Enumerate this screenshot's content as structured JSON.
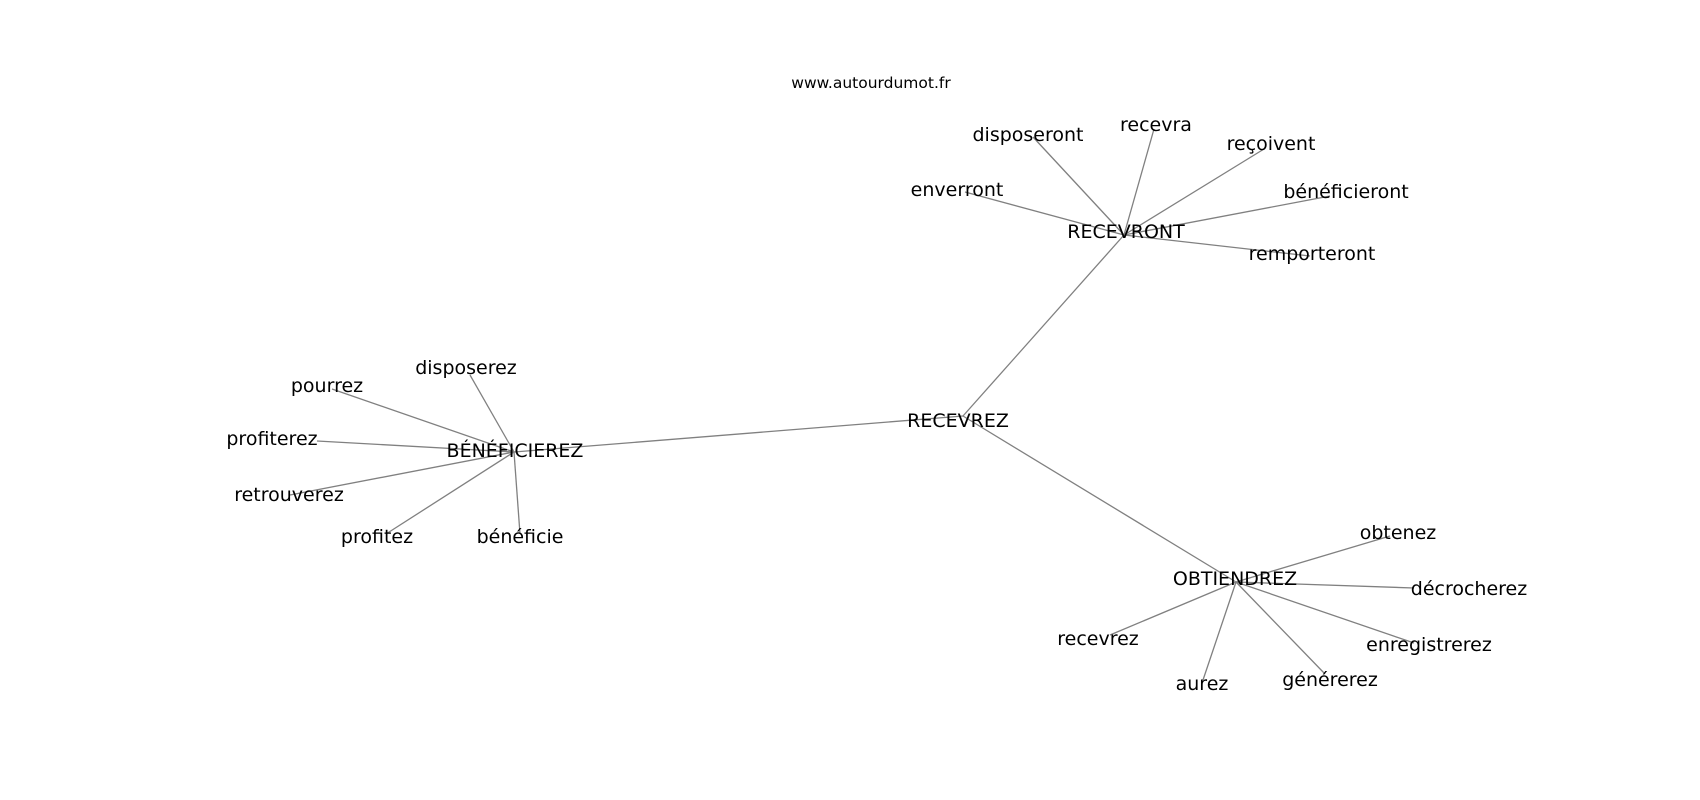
{
  "site": "www.autourdumot.fr",
  "nodes": [
    {
      "id": "recevrez",
      "label": "RECEVREZ"
    },
    {
      "id": "recevront",
      "label": "RECEVRONT"
    },
    {
      "id": "beneficierez",
      "label": "BÉNÉFICIEREZ"
    },
    {
      "id": "obtiendrez",
      "label": "OBTIENDREZ"
    },
    {
      "id": "disposeront",
      "label": "disposeront"
    },
    {
      "id": "recevra",
      "label": "recevra"
    },
    {
      "id": "recoivent",
      "label": "reçoivent"
    },
    {
      "id": "enverront",
      "label": "enverront"
    },
    {
      "id": "beneficieront",
      "label": "bénéficieront"
    },
    {
      "id": "remporteront",
      "label": "remporteront"
    },
    {
      "id": "disposerez",
      "label": "disposerez"
    },
    {
      "id": "pourrez",
      "label": "pourrez"
    },
    {
      "id": "profiterez",
      "label": "profiterez"
    },
    {
      "id": "retrouverez",
      "label": "retrouverez"
    },
    {
      "id": "profitez",
      "label": "profitez"
    },
    {
      "id": "beneficie",
      "label": "bénéficie"
    },
    {
      "id": "obtenez",
      "label": "obtenez"
    },
    {
      "id": "decrocherez",
      "label": "décrocherez"
    },
    {
      "id": "recevrez2",
      "label": "recevrez"
    },
    {
      "id": "enregistrerez",
      "label": "enregistrerez"
    },
    {
      "id": "aurez",
      "label": "aurez"
    },
    {
      "id": "genererez",
      "label": "générerez"
    }
  ],
  "edges": [
    [
      "recevrez",
      "recevront"
    ],
    [
      "recevrez",
      "beneficierez"
    ],
    [
      "recevrez",
      "obtiendrez"
    ],
    [
      "recevront",
      "disposeront"
    ],
    [
      "recevront",
      "recevra"
    ],
    [
      "recevront",
      "recoivent"
    ],
    [
      "recevront",
      "enverront"
    ],
    [
      "recevront",
      "beneficieront"
    ],
    [
      "recevront",
      "remporteront"
    ],
    [
      "beneficierez",
      "disposerez"
    ],
    [
      "beneficierez",
      "pourrez"
    ],
    [
      "beneficierez",
      "profiterez"
    ],
    [
      "beneficierez",
      "retrouverez"
    ],
    [
      "beneficierez",
      "profitez"
    ],
    [
      "beneficierez",
      "beneficie"
    ],
    [
      "obtiendrez",
      "obtenez"
    ],
    [
      "obtiendrez",
      "decrocherez"
    ],
    [
      "obtiendrez",
      "recevrez2"
    ],
    [
      "obtiendrez",
      "enregistrerez"
    ],
    [
      "obtiendrez",
      "aurez"
    ],
    [
      "obtiendrez",
      "genererez"
    ]
  ]
}
